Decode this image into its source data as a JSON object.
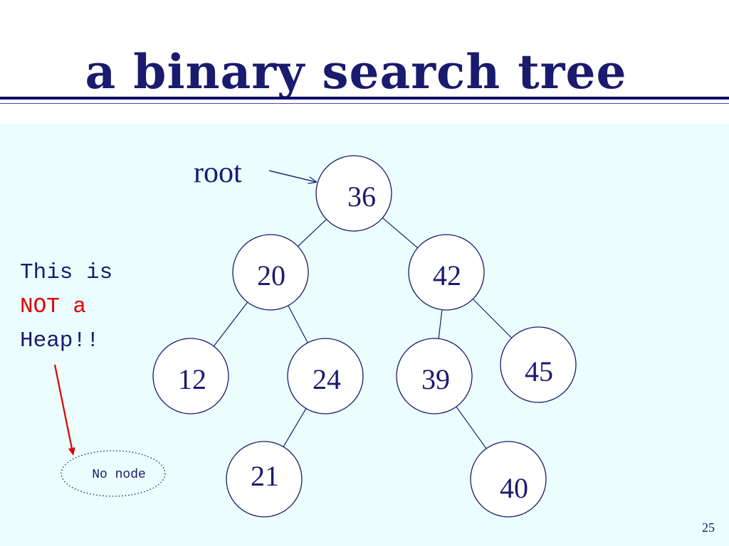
{
  "slide": {
    "title": "a binary search tree",
    "page_number": "25"
  },
  "root_label": "root",
  "note": {
    "line1": "This is",
    "line2": "NOT a",
    "line3": "Heap!!"
  },
  "no_node_label": "No node",
  "tree": {
    "nodes": [
      {
        "id": "n36",
        "value": "36"
      },
      {
        "id": "n20",
        "value": "20"
      },
      {
        "id": "n42",
        "value": "42"
      },
      {
        "id": "n12",
        "value": "12"
      },
      {
        "id": "n24",
        "value": "24"
      },
      {
        "id": "n39",
        "value": "39"
      },
      {
        "id": "n45",
        "value": "45"
      },
      {
        "id": "n21",
        "value": "21"
      },
      {
        "id": "n40",
        "value": "40"
      }
    ],
    "edges": [
      [
        "n36",
        "n20"
      ],
      [
        "n36",
        "n42"
      ],
      [
        "n20",
        "n12"
      ],
      [
        "n20",
        "n24"
      ],
      [
        "n42",
        "n39"
      ],
      [
        "n42",
        "n45"
      ],
      [
        "n24",
        "n21"
      ],
      [
        "n39",
        "n40"
      ]
    ]
  },
  "colors": {
    "title": "#1a1a6e",
    "accent_red": "#e00000",
    "background": "#ebfdfd"
  }
}
